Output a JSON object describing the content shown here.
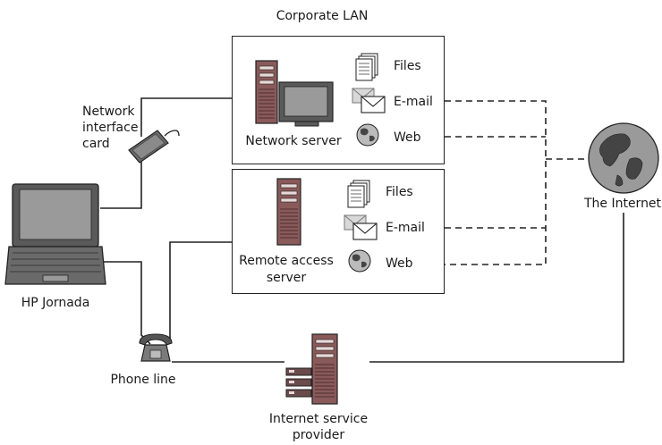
{
  "corporate_lan": {
    "title": "Corporate LAN",
    "network_server_label": "Network server",
    "remote_access_label_1": "Remote access",
    "remote_access_label_2": "server",
    "services_top": [
      "Files",
      "E-mail",
      "Web"
    ],
    "services_bottom": [
      "Files",
      "E-mail",
      "Web"
    ]
  },
  "devices": {
    "nic_label_1": "Network",
    "nic_label_2": "interface",
    "nic_label_3": "card",
    "laptop_label": "HP Jornada",
    "phone_label": "Phone line",
    "isp_label_1": "Internet service",
    "isp_label_2": "provider",
    "internet_label": "The Internet"
  }
}
